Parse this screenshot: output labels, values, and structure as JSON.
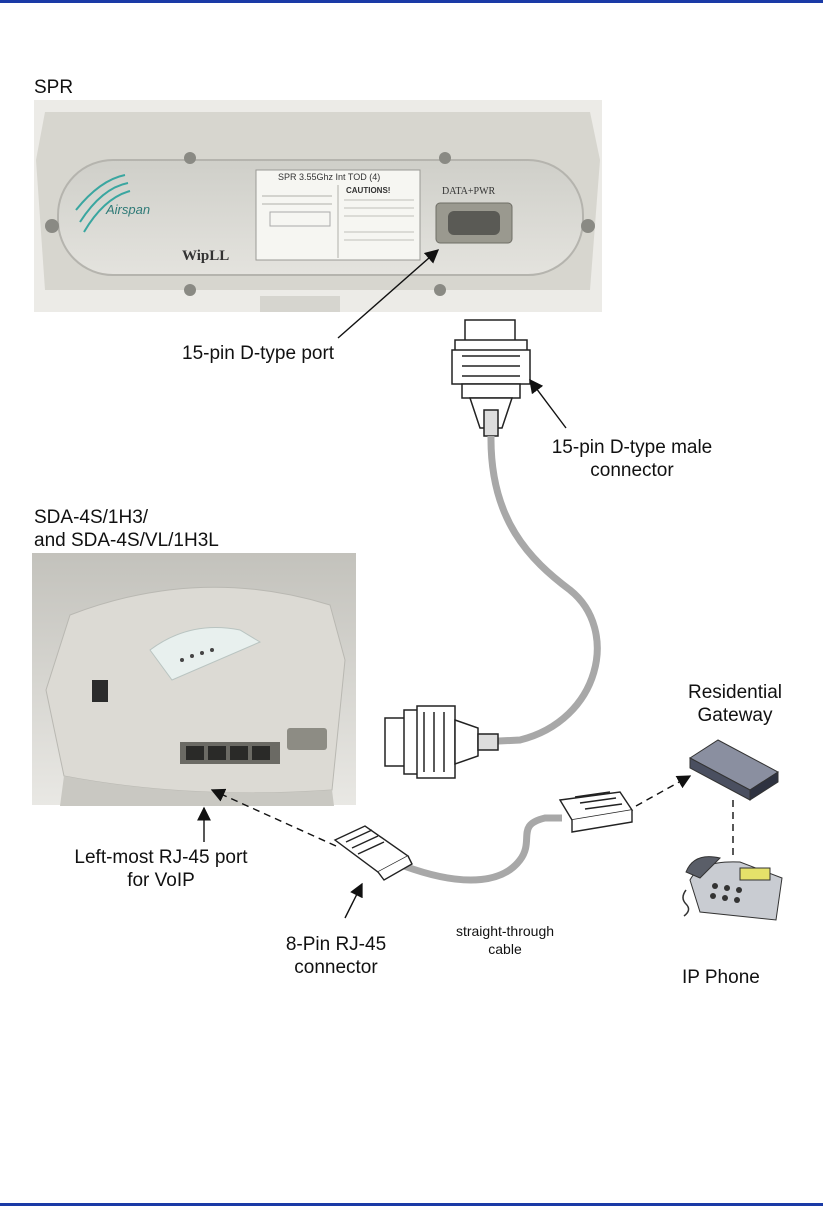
{
  "labels": {
    "spr": "SPR",
    "sda_line1": "SDA-4S/1H3/",
    "sda_line2": "and SDA-4S/VL/1H3L",
    "d_port": "15-pin D-type port",
    "d_male_line1": "15-pin D-type male",
    "d_male_line2": "connector",
    "gateway_line1": "Residential",
    "gateway_line2": "Gateway",
    "rj45_port_line1": "Left-most RJ-45 port",
    "rj45_port_line2": "for VoIP",
    "rj45_conn_line1": "8-Pin RJ-45",
    "rj45_conn_line2": "connector",
    "cable_line1": "straight-through",
    "cable_line2": "cable",
    "ip_phone": "IP Phone"
  },
  "photo_text": {
    "brand": "Airspan",
    "model": "WipLL",
    "port_label": "DATA+PWR",
    "sticker_title": "SPR 3.55Ghz Int TOD (4)",
    "cautions": "CAUTIONS!"
  },
  "colors": {
    "rule": "#1a3aa6",
    "cable": "#a8a8a8",
    "spr_body": "#d9d8d2",
    "sda_body": "#dcdad4"
  }
}
